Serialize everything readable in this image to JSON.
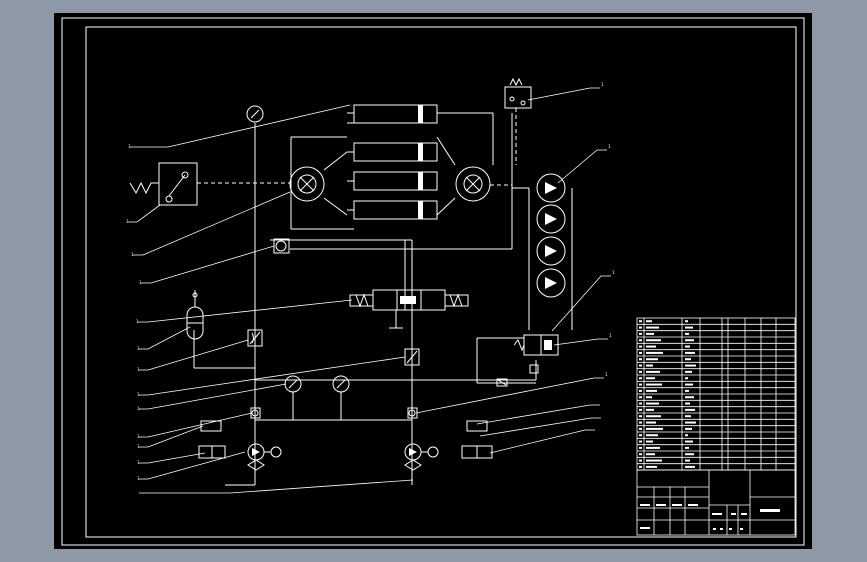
{
  "drawing": {
    "background_color": "#000000",
    "line_color": "#ffffff",
    "window_color": "#8e98a6"
  },
  "callouts": [
    "1",
    "1",
    "1",
    "1",
    "1",
    "1",
    "1",
    "1",
    "1",
    "1",
    "1",
    "1",
    "1",
    "1",
    "1",
    "1",
    "1",
    "1"
  ],
  "parts_list": {
    "row_count": 24
  }
}
